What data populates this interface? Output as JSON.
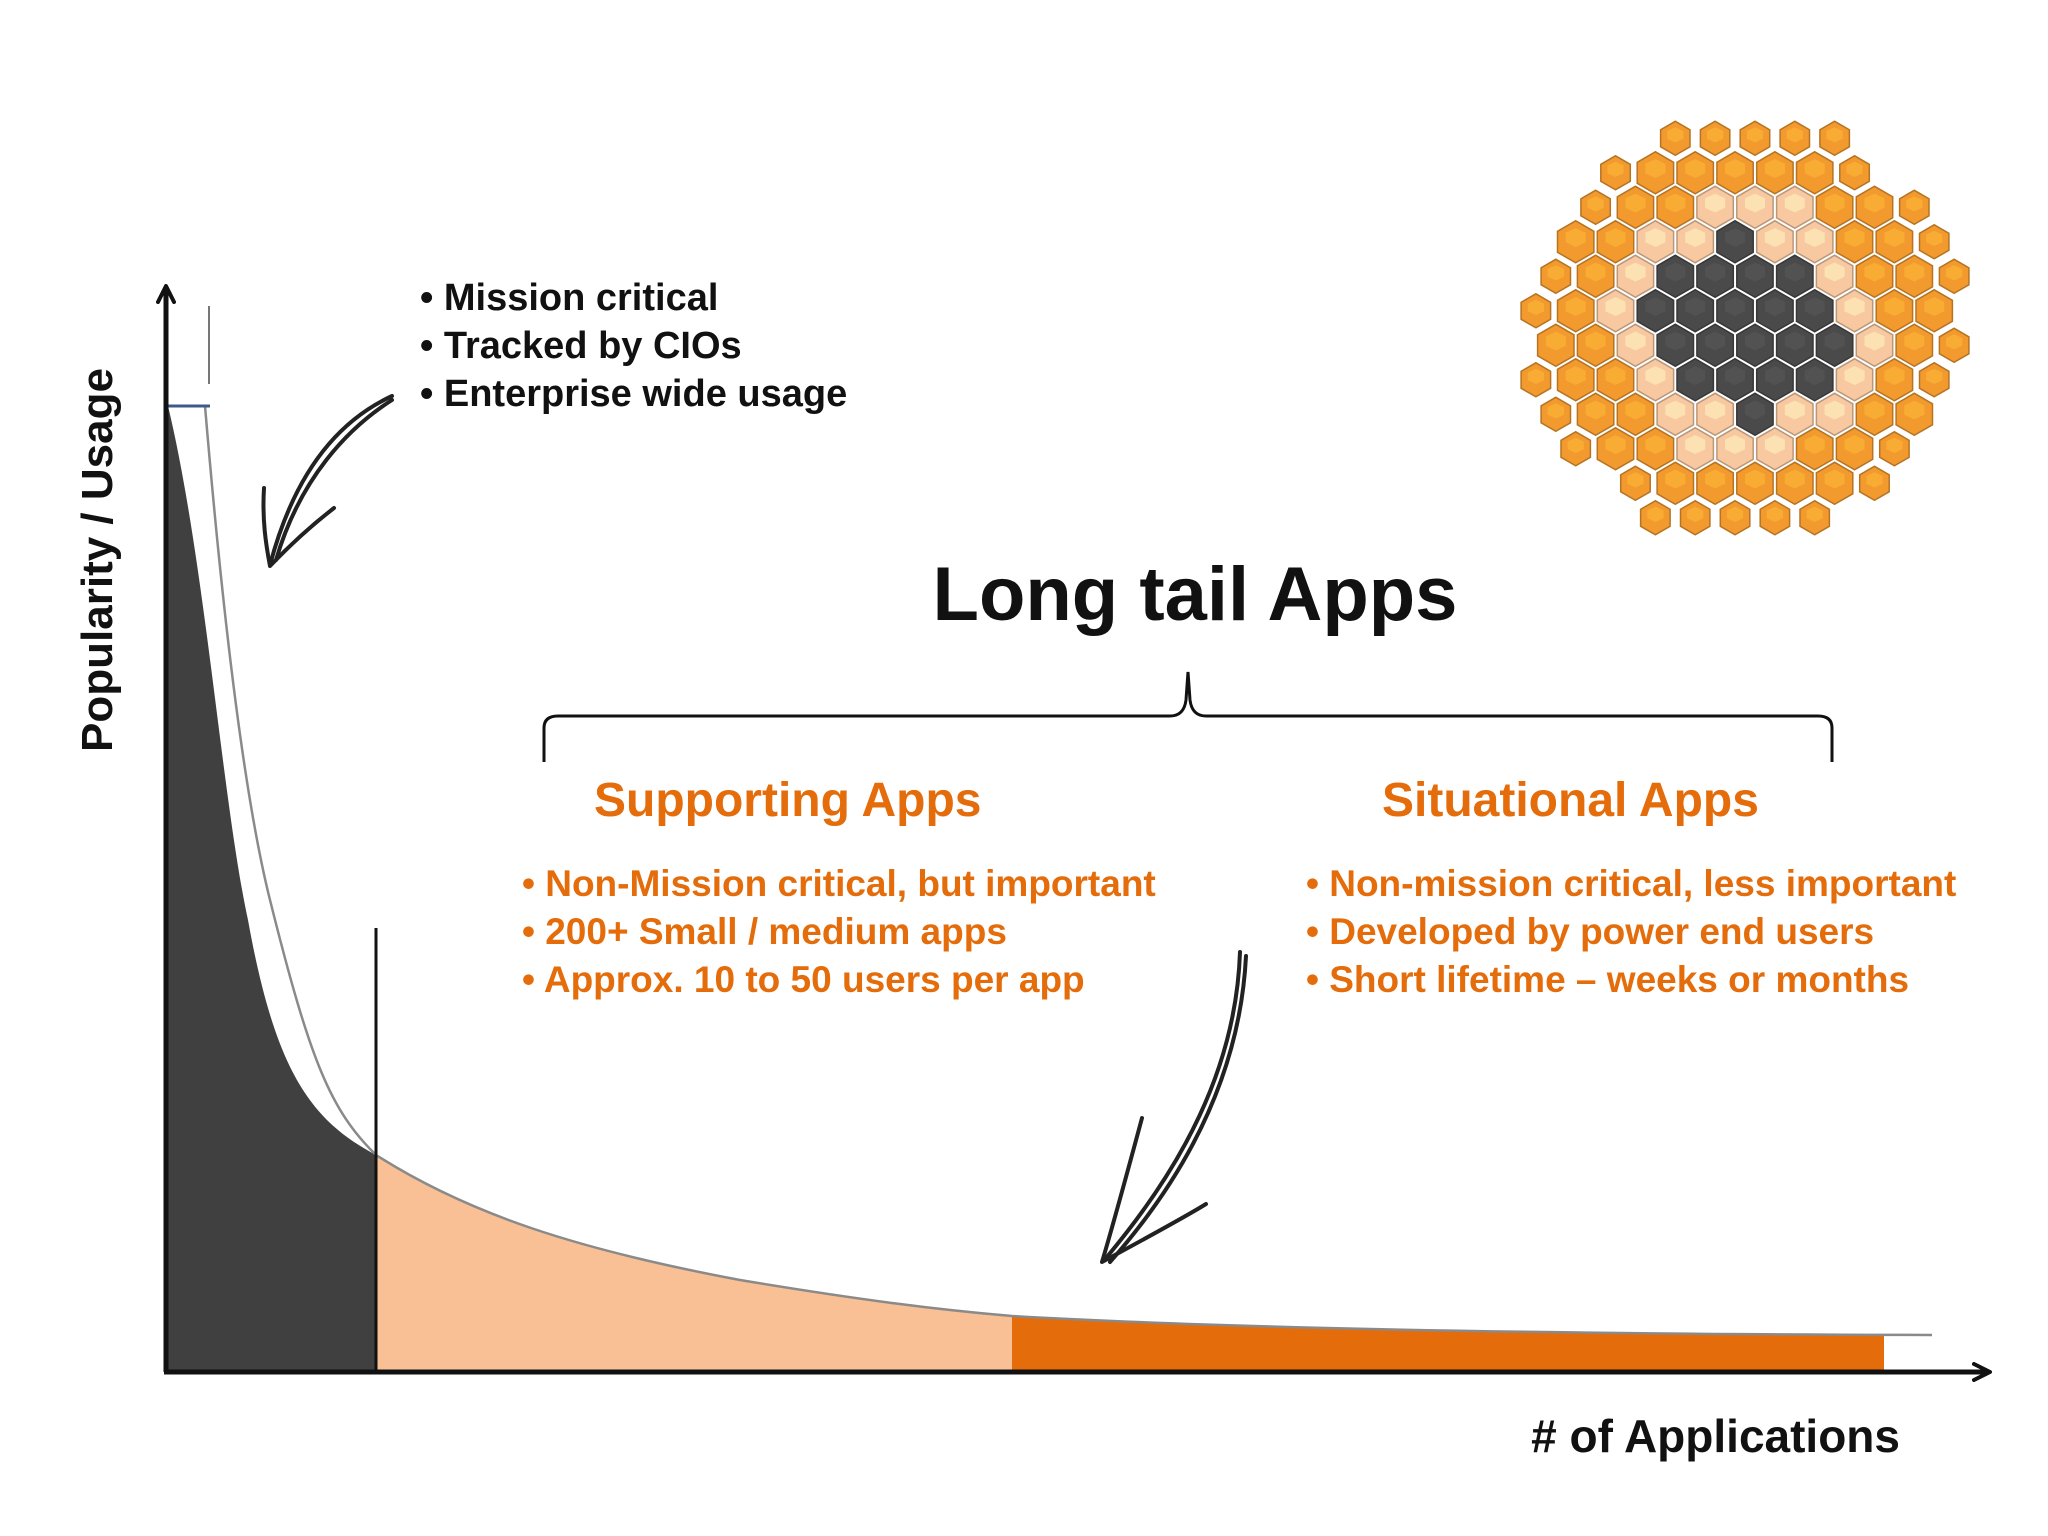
{
  "axes": {
    "y_label": "Popularity / Usage",
    "x_label": "# of Applications"
  },
  "head_segment": {
    "bullets": [
      "• Mission critical",
      "• Tracked by CIOs",
      "• Enterprise wide usage"
    ]
  },
  "long_tail": {
    "title": "Long tail Apps"
  },
  "supporting": {
    "heading": "Supporting Apps",
    "bullets": [
      "• Non-Mission critical, but important",
      "• 200+ Small / medium apps",
      "• Approx. 10 to 50 users per app"
    ]
  },
  "situational": {
    "heading": "Situational Apps",
    "bullets": [
      "• Non-mission critical, less important",
      "• Developed by power end users",
      "• Short lifetime – weeks or months"
    ]
  },
  "colors": {
    "head_fill": "#404040",
    "supporting_fill": "#f9c095",
    "situational_fill": "#e46c0a",
    "accent_text": "#e46c0a",
    "hex_orange": "#f29a2e",
    "hex_light": "#f8c9a0",
    "hex_dark": "#4a4a4a"
  }
}
